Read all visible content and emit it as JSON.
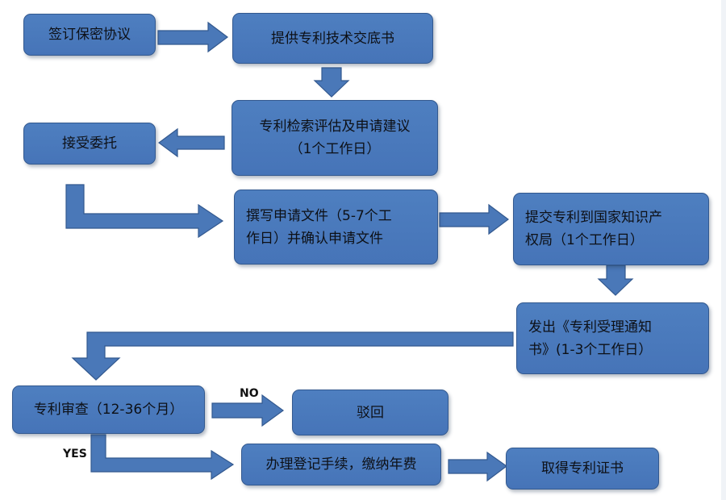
{
  "nodes": {
    "sign_nda": "签订保密协议",
    "provide_disclosure": "提供专利技术交底书",
    "search_eval": {
      "line1": "专利检索评估及申请建议",
      "line2": "（1个工作日）"
    },
    "accept": "接受委托",
    "write_app": {
      "line1": "撰写申请文件（5-7个工",
      "line2": "作日）并确认申请文件"
    },
    "submit": {
      "line1": "提交专利到国家知识产",
      "line2": "权局（1个工作日）"
    },
    "notice": {
      "line1": "发出《专利受理通知",
      "line2": "书》(1-3个工作日）"
    },
    "exam": "专利审查（12-36个月）",
    "reject": "驳回",
    "register": "办理登记手续，缴纳年费",
    "certificate": "取得专利证书"
  },
  "edge_labels": {
    "no": "NO",
    "yes": "YES"
  },
  "colors": {
    "box_fill": "#4a78b8",
    "box_border": "#33598f",
    "text": "#0d1016"
  }
}
